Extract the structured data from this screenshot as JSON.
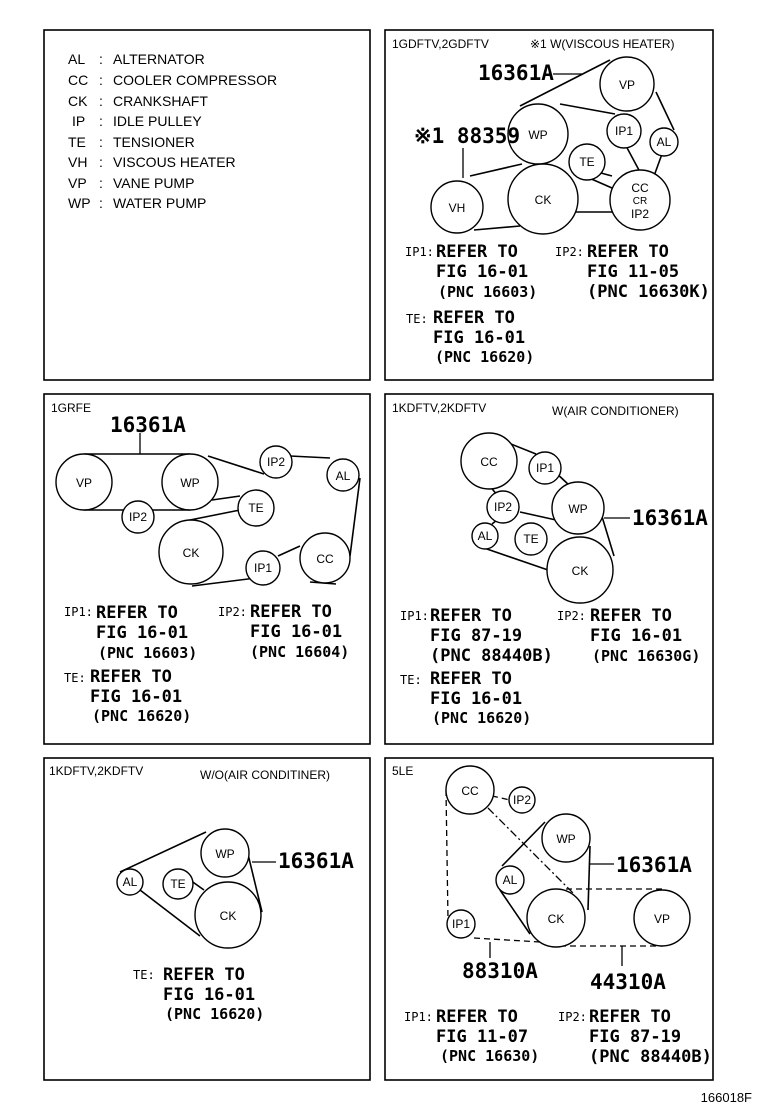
{
  "legend": [
    {
      "code": "AL",
      "sep": ":",
      "name": "ALTERNATOR"
    },
    {
      "code": "CC",
      "sep": ":",
      "name": "COOLER COMPRESSOR"
    },
    {
      "code": "CK",
      "sep": ":",
      "name": "CRANKSHAFT"
    },
    {
      "code": "IP",
      "sep": ":",
      "name": "IDLE PULLEY"
    },
    {
      "code": "TE",
      "sep": ":",
      "name": "TENSIONER"
    },
    {
      "code": "VH",
      "sep": ":",
      "name": "VISCOUS HEATER"
    },
    {
      "code": "VP",
      "sep": ":",
      "name": "VANE PUMP"
    },
    {
      "code": "WP",
      "sep": ":",
      "name": "WATER PUMP"
    }
  ],
  "panels": [
    {
      "engine": "1GDFTV,2GDFTV",
      "note": "※1 W(VISCOUS HEATER)",
      "parts": [
        "16361A",
        "※1 88359"
      ],
      "pulleys": [
        "VP",
        "WP",
        "IP1",
        "AL",
        "TE",
        "VH",
        "CK",
        "CC",
        "CR",
        "IP2"
      ],
      "refs": [
        {
          "key": "IP1:",
          "line1": "REFER TO",
          "line2": "FIG 16-01",
          "line3": "(PNC 16603)"
        },
        {
          "key": "IP2:",
          "line1": "REFER TO",
          "line2": "FIG 11-05",
          "line3": "(PNC 16630K)"
        },
        {
          "key": "TE:",
          "line1": "REFER TO",
          "line2": "FIG 16-01",
          "line3": "(PNC 16620)"
        }
      ]
    },
    {
      "engine": "1GRFE",
      "note": "",
      "parts": [
        "16361A"
      ],
      "pulleys": [
        "VP",
        "WP",
        "IP2",
        "AL",
        "IP2",
        "TE",
        "CK",
        "IP1",
        "CC"
      ],
      "refs": [
        {
          "key": "IP1:",
          "line1": "REFER TO",
          "line2": "FIG 16-01",
          "line3": "(PNC 16603)"
        },
        {
          "key": "IP2:",
          "line1": "REFER TO",
          "line2": "FIG 16-01",
          "line3": "(PNC 16604)"
        },
        {
          "key": "TE:",
          "line1": "REFER TO",
          "line2": "FIG 16-01",
          "line3": "(PNC 16620)"
        }
      ]
    },
    {
      "engine": "1KDFTV,2KDFTV",
      "note": "W(AIR CONDITIONER)",
      "parts": [
        "16361A"
      ],
      "pulleys": [
        "CC",
        "IP1",
        "IP2",
        "WP",
        "AL",
        "TE",
        "CK"
      ],
      "refs": [
        {
          "key": "IP1:",
          "line1": "REFER TO",
          "line2": "FIG 87-19",
          "line3": "(PNC 88440B)"
        },
        {
          "key": "IP2:",
          "line1": "REFER TO",
          "line2": "FIG 16-01",
          "line3": "(PNC 16630G)"
        },
        {
          "key": "TE:",
          "line1": "REFER TO",
          "line2": "FIG 16-01",
          "line3": "(PNC 16620)"
        }
      ]
    },
    {
      "engine": "1KDFTV,2KDFTV",
      "note": "W/O(AIR CONDITINER)",
      "parts": [
        "16361A"
      ],
      "pulleys": [
        "WP",
        "AL",
        "TE",
        "CK"
      ],
      "refs": [
        {
          "key": "TE:",
          "line1": "REFER TO",
          "line2": "FIG 16-01",
          "line3": "(PNC 16620)"
        }
      ]
    },
    {
      "engine": "5LE",
      "note": "",
      "parts": [
        "16361A",
        "88310A",
        "44310A"
      ],
      "pulleys": [
        "CC",
        "IP2",
        "WP",
        "AL",
        "CK",
        "VP",
        "IP1"
      ],
      "refs": [
        {
          "key": "IP1:",
          "line1": "REFER TO",
          "line2": "FIG 11-07",
          "line3": "(PNC 16630)"
        },
        {
          "key": "IP2:",
          "line1": "REFER TO",
          "line2": "FIG 87-19",
          "line3": "(PNC 88440B)"
        }
      ]
    }
  ],
  "figure_id": "166018F"
}
